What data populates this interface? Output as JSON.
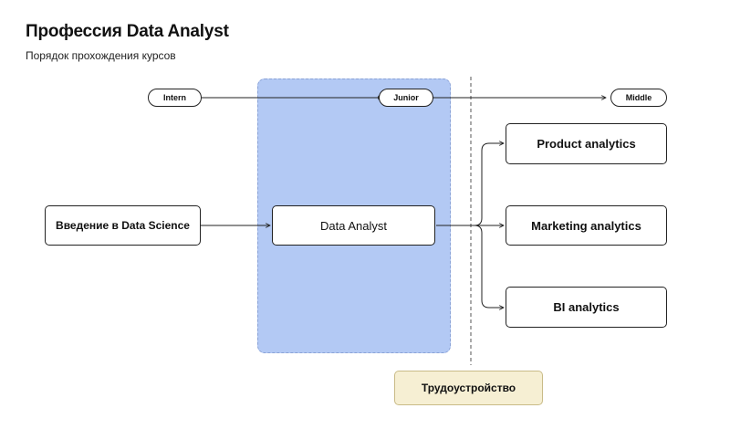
{
  "header": {
    "title": "Профессия Data Analyst",
    "subtitle": "Порядок прохождения курсов"
  },
  "levels": [
    {
      "label": "Intern"
    },
    {
      "label": "Junior"
    },
    {
      "label": "Middle"
    }
  ],
  "courses": {
    "intro": "Введение в Data Science",
    "main": "Data Analyst",
    "specializations": [
      "Product analytics",
      "Marketing analytics",
      "BI analytics"
    ]
  },
  "employment": "Трудоустройство",
  "colors": {
    "zone_fill": "#b3c9f4",
    "employment_fill": "#f6efd3",
    "line": "#222222"
  }
}
